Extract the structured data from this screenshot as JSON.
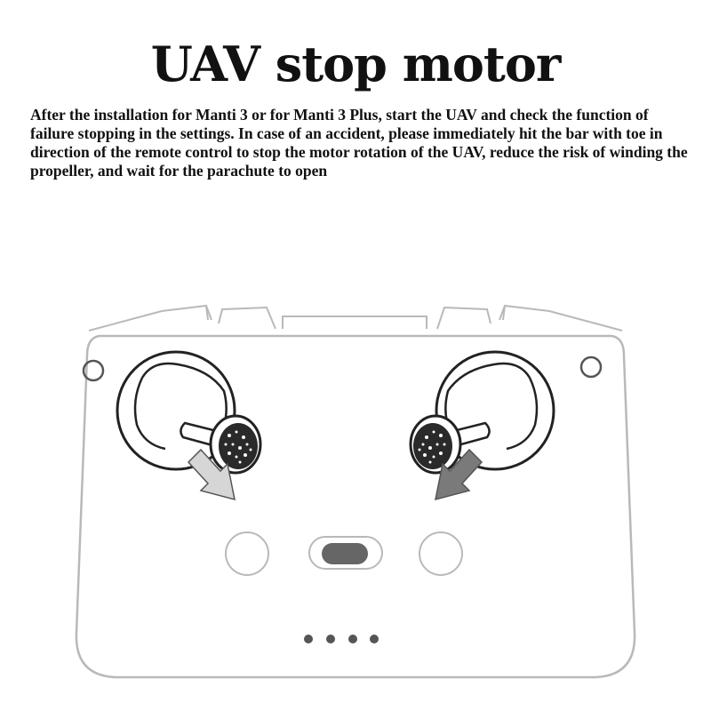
{
  "title": "UAV stop motor",
  "description": "After the installation for Manti 3 or for Manti 3 Plus, start the UAV and check the function of failure stopping in the settings. In case of an accident, please immediately hit the bar with toe in direction of the remote control to stop the motor rotation of the UAV, reduce the risk of winding the propeller, and wait for the parachute to open",
  "illustration": {
    "subject": "remote-controller",
    "colors": {
      "outline": "#b9b9b9",
      "stick_outline": "#222222",
      "arrow_light": "#d6d6d6",
      "arrow_dark": "#7a7a7a",
      "switch": "#666666",
      "dots": "#555555"
    },
    "status_dot_count": 4
  }
}
